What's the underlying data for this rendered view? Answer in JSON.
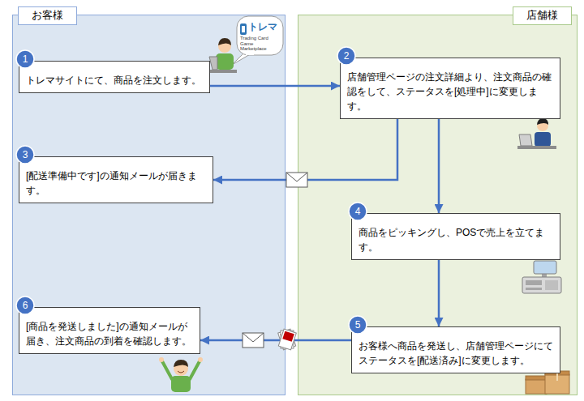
{
  "diagram": {
    "nodes": [
      {
        "text": [
          "お客様"
        ]
      },
      {
        "text": [
          "店舗様"
        ]
      },
      {
        "text": [
          "1"
        ],
        "in": 0
      },
      {
        "text": [
          "トレマサイトにて、商品を注文します。"
        ],
        "in": 0
      },
      {
        "text": [
          "2"
        ],
        "in": 1
      },
      {
        "text": [
          "店舗管理ページの注文詳細より、注文商品の確認をして、ステータスを[処理中]に変更します。"
        ],
        "in": 1
      },
      {
        "text": [
          "3"
        ],
        "in": 0
      },
      {
        "text": [
          "[配送準備中です]の通知メールが届きます。"
        ],
        "in": 0
      },
      {
        "text": [
          "4"
        ],
        "in": 1
      },
      {
        "text": [
          "商品をピッキングし、POSで売上を立てます。"
        ],
        "in": 1
      },
      {
        "text": [
          "5"
        ],
        "in": 1
      },
      {
        "text": [
          "お客様へ商品を発送し、店舗管理ページにてステータスを[配送済み]に変更します。"
        ],
        "in": 1
      },
      {
        "text": [
          "6"
        ],
        "in": 0
      },
      {
        "text": [
          "[商品を発送しました]の通知メールが届き、注文商品の到着を確認します。"
        ],
        "in": 0
      }
    ],
    "edges": [
      {
        "from": 3,
        "to": 5,
        "arrow": "to"
      },
      {
        "from": 5,
        "to": 7,
        "arrow": "to"
      },
      {
        "from": 5,
        "to": 9,
        "arrow": "to"
      },
      {
        "from": 9,
        "to": 11,
        "arrow": "to"
      },
      {
        "from": 11,
        "to": 13,
        "arrow": "to"
      }
    ],
    "labels": [
      "トレマ",
      "Trading Card Game Marketplace"
    ]
  }
}
